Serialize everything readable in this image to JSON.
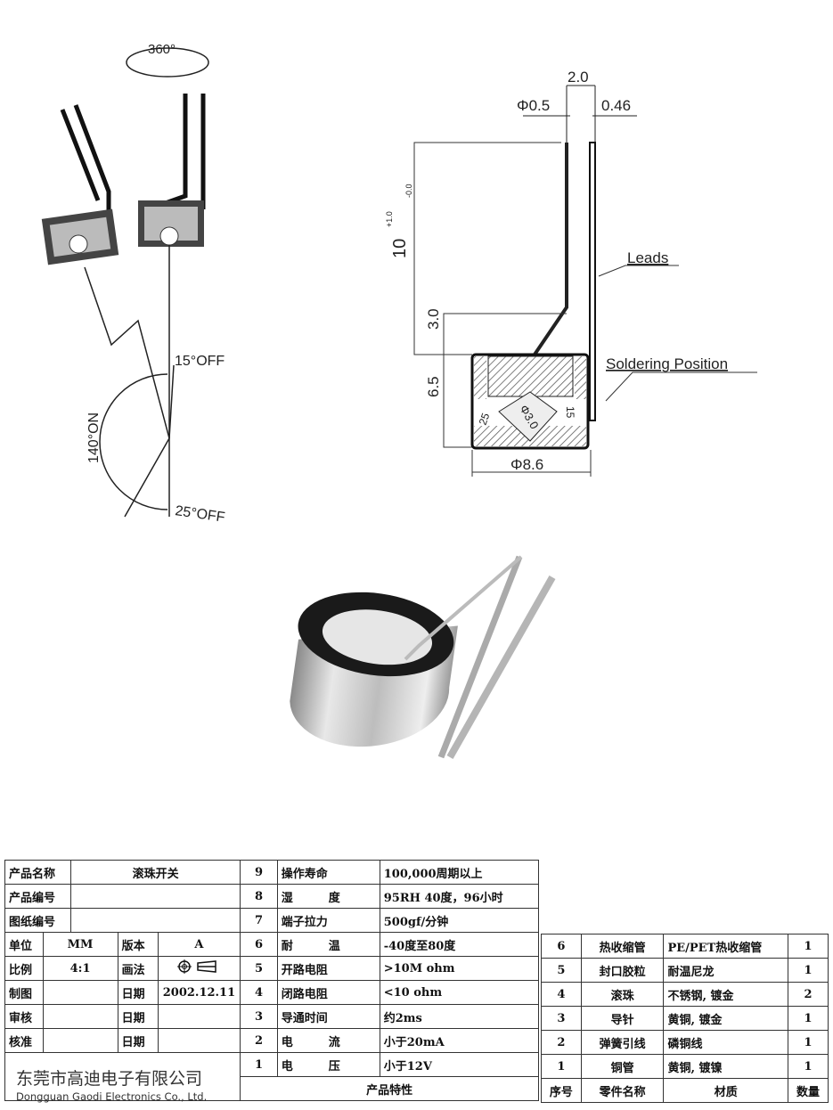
{
  "drawing_left": {
    "rotation_label": "360°",
    "off_top_label": "15°OFF",
    "on_label": "140°ON",
    "off_bottom_label": "25°OFF"
  },
  "drawing_right": {
    "lead_spacing": "2.0",
    "lead_diameter": "Φ0.5",
    "lead_thickness": "0.46",
    "lead_length": "10",
    "lead_length_tol_upper": "+1.0",
    "lead_length_tol_lower": "-0.0",
    "bend_height": "3.0",
    "body_height": "6.5",
    "body_diameter": "Φ8.6",
    "ball_diameter": "Φ3.0",
    "angle_left": "25",
    "angle_right": "15",
    "leads_label": "Leads",
    "soldering_label": "Soldering Position"
  },
  "title_block": {
    "product_name_label": "产品名称",
    "product_name": "滚珠开关",
    "product_no_label": "产品编号",
    "drawing_no_label": "图纸编号",
    "unit_label": "单位",
    "unit": "MM",
    "version_label": "版本",
    "version": "A",
    "scale_label": "比例",
    "scale": "4:1",
    "projection_label": "画法",
    "drawn_label": "制图",
    "date_label": "日期",
    "drawn_date": "2002.12.11",
    "checked_label": "审核",
    "approved_label": "核准",
    "company_cn": "东莞市高迪电子有限公司",
    "company_en": "Dongguan Gaodi Electronics Co., Ltd."
  },
  "characteristics": {
    "header": "产品特性",
    "rows": [
      {
        "no": "9",
        "name": "操作寿命",
        "value": "100,000周期以上"
      },
      {
        "no": "8",
        "name": "湿度",
        "value": "95RH 40度，96小时"
      },
      {
        "no": "7",
        "name": "端子拉力",
        "value": "500gf/分钟"
      },
      {
        "no": "6",
        "name": "耐温",
        "value": "-40度至80度"
      },
      {
        "no": "5",
        "name": "开路电阻",
        "value": ">10M ohm"
      },
      {
        "no": "4",
        "name": "闭路电阻",
        "value": "<10 ohm"
      },
      {
        "no": "3",
        "name": "导通时间",
        "value": "约2ms"
      },
      {
        "no": "2",
        "name": "电流",
        "value": "小于20mA"
      },
      {
        "no": "1",
        "name": "电压",
        "value": "小于12V"
      }
    ]
  },
  "parts": {
    "headers": {
      "no": "序号",
      "name": "零件名称",
      "material": "材质",
      "qty": "数量"
    },
    "rows": [
      {
        "no": "6",
        "name": "热收缩管",
        "material": "PE/PET热收缩管",
        "qty": "1"
      },
      {
        "no": "5",
        "name": "封口胶粒",
        "material": "耐温尼龙",
        "qty": "1"
      },
      {
        "no": "4",
        "name": "滚珠",
        "material": "不锈钢, 镀金",
        "qty": "2"
      },
      {
        "no": "3",
        "name": "导针",
        "material": "黄铜, 镀金",
        "qty": "1"
      },
      {
        "no": "2",
        "name": "弹簧引线",
        "material": "磷铜线",
        "qty": "1"
      },
      {
        "no": "1",
        "name": "铜管",
        "material": "黄铜, 镀镍",
        "qty": "1"
      }
    ]
  }
}
